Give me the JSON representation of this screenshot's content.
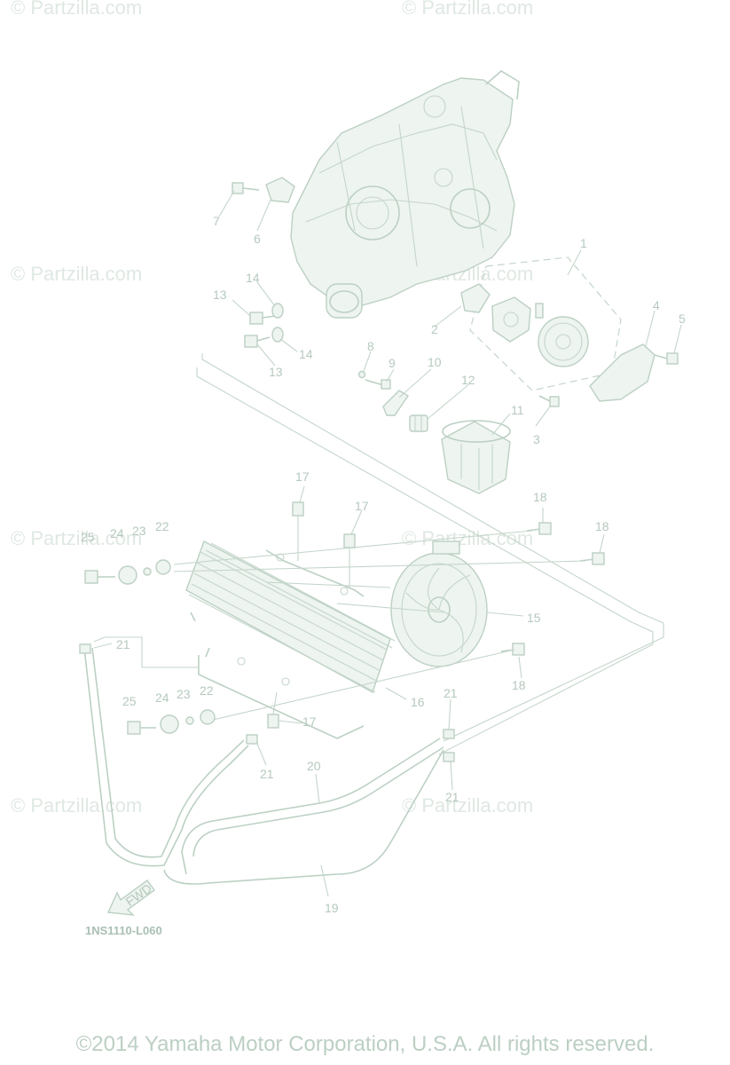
{
  "watermarks": [
    "© Partzilla.com",
    "© Partzilla.com",
    "© Partzilla.com",
    "© Partzilla.com",
    "© Partzilla.com",
    "© Partzilla.com",
    "© Partzilla.com",
    "© Partzilla.com"
  ],
  "callouts": [
    "1",
    "2",
    "3",
    "4",
    "5",
    "6",
    "7",
    "8",
    "9",
    "10",
    "11",
    "12",
    "13",
    "13",
    "14",
    "14",
    "15",
    "16",
    "17",
    "17",
    "17",
    "18",
    "18",
    "18",
    "19",
    "20",
    "21",
    "21",
    "21",
    "21",
    "22",
    "22",
    "23",
    "23",
    "24",
    "24",
    "25",
    "25"
  ],
  "fwd_label": "FWD",
  "diagram_code": "1NS1110-L060",
  "copyright": "©2014 Yamaha Motor Corporation, U.S.A. All rights reserved."
}
